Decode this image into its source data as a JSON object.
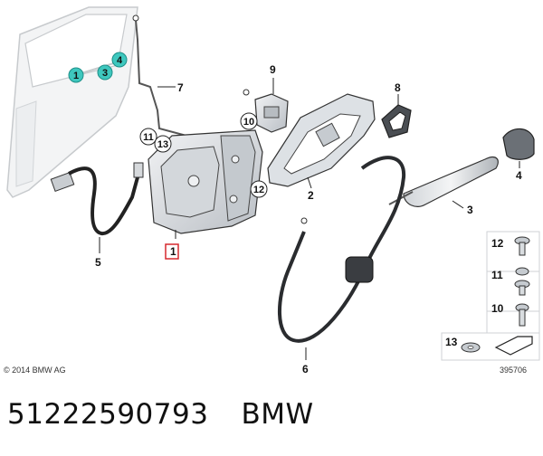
{
  "diagram": {
    "copyright": "© 2014 BMW AG",
    "image_number": "395706",
    "door_callouts": [
      "1",
      "3",
      "4"
    ],
    "parts": [
      {
        "id": "p1",
        "number": "1"
      },
      {
        "id": "p2",
        "number": "2"
      },
      {
        "id": "p3",
        "number": "3"
      },
      {
        "id": "p4",
        "number": "4"
      },
      {
        "id": "p5",
        "number": "5"
      },
      {
        "id": "p6",
        "number": "6"
      },
      {
        "id": "p7",
        "number": "7"
      },
      {
        "id": "p8",
        "number": "8"
      },
      {
        "id": "p9",
        "number": "9"
      },
      {
        "id": "p10",
        "number": "10"
      },
      {
        "id": "p11",
        "number": "11"
      },
      {
        "id": "p12",
        "number": "12"
      },
      {
        "id": "p13",
        "number": "13"
      }
    ],
    "legend_panel": [
      {
        "number": "12"
      },
      {
        "number": "11"
      },
      {
        "number": "10"
      },
      {
        "number": "13"
      }
    ],
    "colors": {
      "teal_callout": "#3ec7be",
      "highlight_red": "#d6282e",
      "line": "#222222",
      "part_fill": "#e4e7ea"
    }
  },
  "footer": {
    "part_number": "51222590793",
    "brand": "BMW"
  }
}
